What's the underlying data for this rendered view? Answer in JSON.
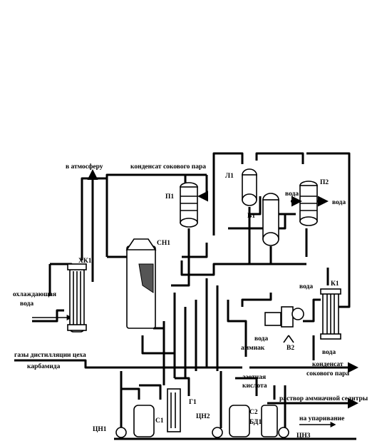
{
  "labels": {
    "to_atmosphere": "в атмосферу",
    "juice_steam_condensate_top": "конденсат сокового пара",
    "cooling_water_1": "охлаждающая",
    "cooling_water_2": "вода",
    "urea_gases_1": "газы дистилляции цеха",
    "urea_gases_2": "карбамида",
    "water_p2_in": "вода",
    "water_p2_out": "вода",
    "water_k1_top": "вода",
    "water_v2": "вода",
    "ammonia": "аммиак",
    "water_k1_bottom": "вода",
    "condensate_right_1": "конденсат",
    "condensate_right_2": "сокового пара",
    "nitric_acid_1": "азотная",
    "nitric_acid_2": "кислота",
    "an_solution": "раствор аммиачной селитры",
    "to_evaporation": "на упаривание"
  },
  "equipment": {
    "xk1": "ХК1",
    "p1": "П1",
    "cn1": "СН1",
    "l1": "Л1",
    "v1": "В1",
    "p2": "П2",
    "k1": "К1",
    "v2": "В2",
    "g1": "Г1",
    "c1": "С1",
    "c2": "С2",
    "bd1": "БД1",
    "cn1_pump": "ЦН1",
    "cn2_pump": "ЦН2",
    "cn3_pump": "ЦН3"
  }
}
